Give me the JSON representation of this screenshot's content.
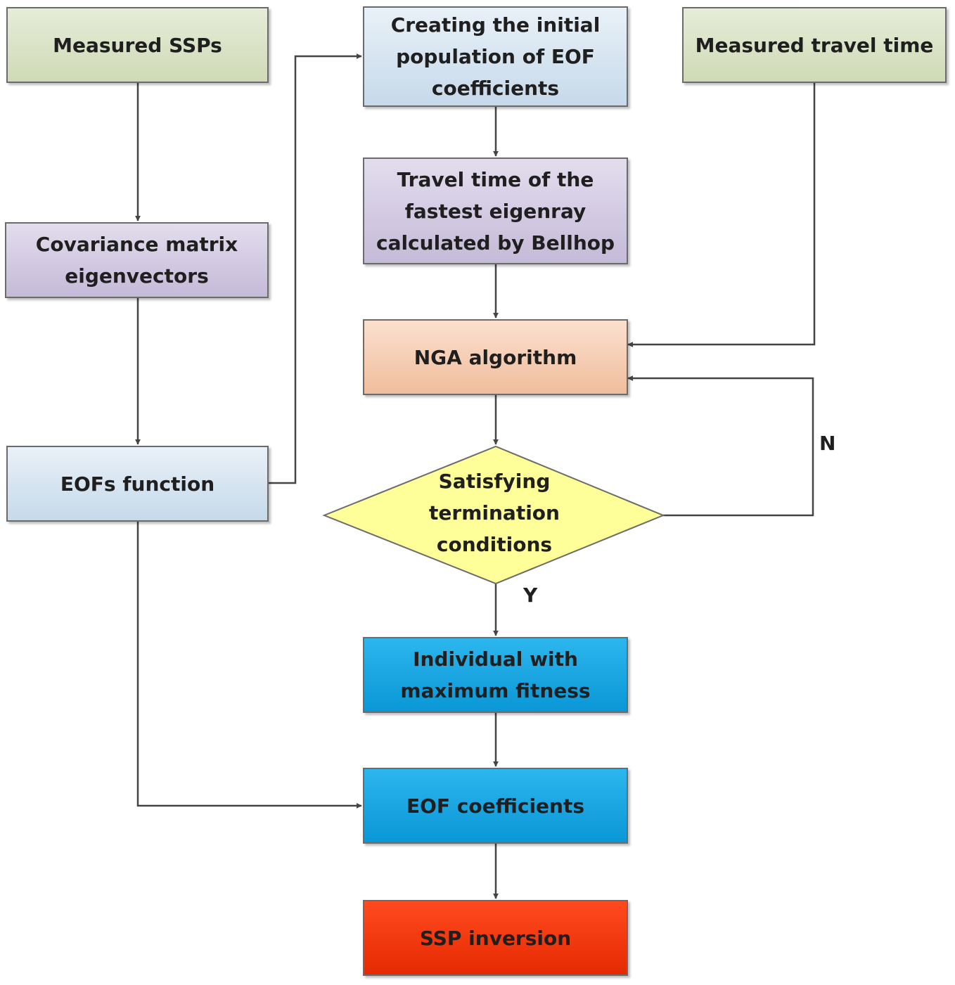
{
  "nodes": {
    "measured_ssps": "Measured SSPs",
    "covariance": "Covariance matrix eigenvectors",
    "eofs_function": "EOFs function",
    "initial_population": "Creating the initial population of EOF coefficients",
    "travel_time_bellhop": "Travel time of the fastest eigenray calculated by Bellhop",
    "nga": "NGA algorithm",
    "termination": "Satisfying termination conditions",
    "max_fitness": "Individual with maximum fitness",
    "eof_coefficients": "EOF coefficients",
    "ssp_inversion": "SSP inversion",
    "measured_travel_time": "Measured travel time"
  },
  "edge_labels": {
    "no": "N",
    "yes": "Y"
  },
  "colors": {
    "green": "#d8e2c4",
    "purple": "#d2c9e2",
    "light_blue": "#d6e4f0",
    "orange": "#f5ccb0",
    "yellow": "#ffff99",
    "blue": "#14a6e1",
    "red": "#f23300",
    "line": "#444444"
  }
}
